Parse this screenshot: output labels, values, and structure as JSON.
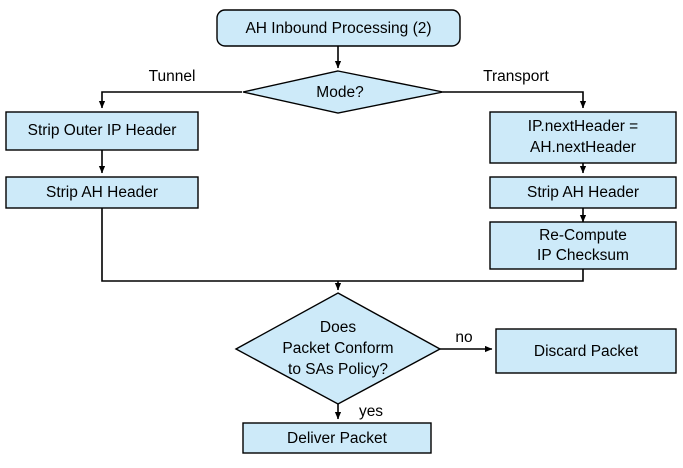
{
  "diagram": {
    "title": "AH Inbound Processing (2)",
    "colors": {
      "node_fill": "#cdeaf9",
      "node_stroke": "#000000",
      "background": "#ffffff",
      "text": "#000000"
    },
    "nodes": {
      "start": {
        "label": "AH Inbound Processing (2)",
        "shape": "rounded-rectangle"
      },
      "mode_decision": {
        "label": "Mode?",
        "shape": "diamond"
      },
      "strip_outer_ip": {
        "label": "Strip Outer IP Header",
        "shape": "rectangle"
      },
      "strip_ah_tunnel": {
        "label": "Strip AH Header",
        "shape": "rectangle"
      },
      "set_next_header": {
        "label_line1": "IP.nextHeader =",
        "label_line2": "AH.nextHeader",
        "shape": "rectangle"
      },
      "strip_ah_transport": {
        "label": "Strip AH Header",
        "shape": "rectangle"
      },
      "recompute_checksum": {
        "label_line1": "Re-Compute",
        "label_line2": "IP Checksum",
        "shape": "rectangle"
      },
      "policy_decision": {
        "label_line1": "Does",
        "label_line2": "Packet Conform",
        "label_line3": "to SAs Policy?",
        "shape": "diamond"
      },
      "discard_packet": {
        "label": "Discard Packet",
        "shape": "rectangle"
      },
      "deliver_packet": {
        "label": "Deliver Packet",
        "shape": "rectangle"
      }
    },
    "edge_labels": {
      "tunnel": "Tunnel",
      "transport": "Transport",
      "no": "no",
      "yes": "yes"
    }
  }
}
